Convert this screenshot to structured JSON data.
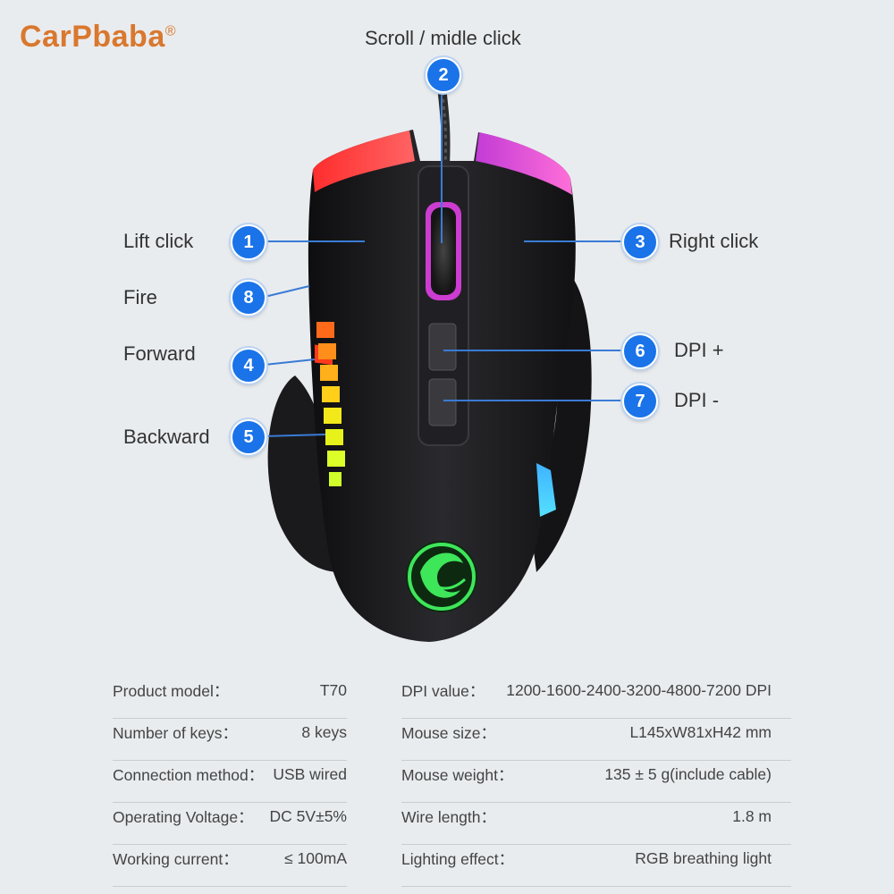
{
  "brand": {
    "name": "CarPbaba",
    "mark": "®"
  },
  "logo_text": "",
  "callouts": [
    {
      "num": "1",
      "label": "Lift click"
    },
    {
      "num": "2",
      "label": "Scroll / midle click"
    },
    {
      "num": "3",
      "label": "Right click"
    },
    {
      "num": "4",
      "label": "Forward"
    },
    {
      "num": "5",
      "label": "Backward"
    },
    {
      "num": "6",
      "label": "DPI +"
    },
    {
      "num": "7",
      "label": "DPI -"
    },
    {
      "num": "8",
      "label": "Fire"
    }
  ],
  "specs": {
    "left": [
      {
        "key": "Product model：",
        "value": "T70"
      },
      {
        "key": "Number of keys：",
        "value": "8 keys"
      },
      {
        "key": "Connection method：",
        "value": "USB wired"
      },
      {
        "key": "Operating Voltage：",
        "value": "DC 5V±5%"
      },
      {
        "key": "Working current：",
        "value": "≤ 100mA"
      }
    ],
    "right": [
      {
        "key": "DPI value：",
        "value": "1200-1600-2400-3200-4800-7200 DPI"
      },
      {
        "key": "Mouse size：",
        "value": "L145xW81xH42 mm"
      },
      {
        "key": "Mouse weight：",
        "value": "135 ± 5 g(include cable)"
      },
      {
        "key": "Wire length：",
        "value": "1.8 m"
      },
      {
        "key": "Lighting effect：",
        "value": "RGB breathing light"
      }
    ]
  },
  "colors": {
    "accent": "#1a73e8",
    "brand": "#d9782e",
    "background": "#e9ecef",
    "mouse_body": "#1c1c1e",
    "logo_glow": "#3ee65a"
  }
}
